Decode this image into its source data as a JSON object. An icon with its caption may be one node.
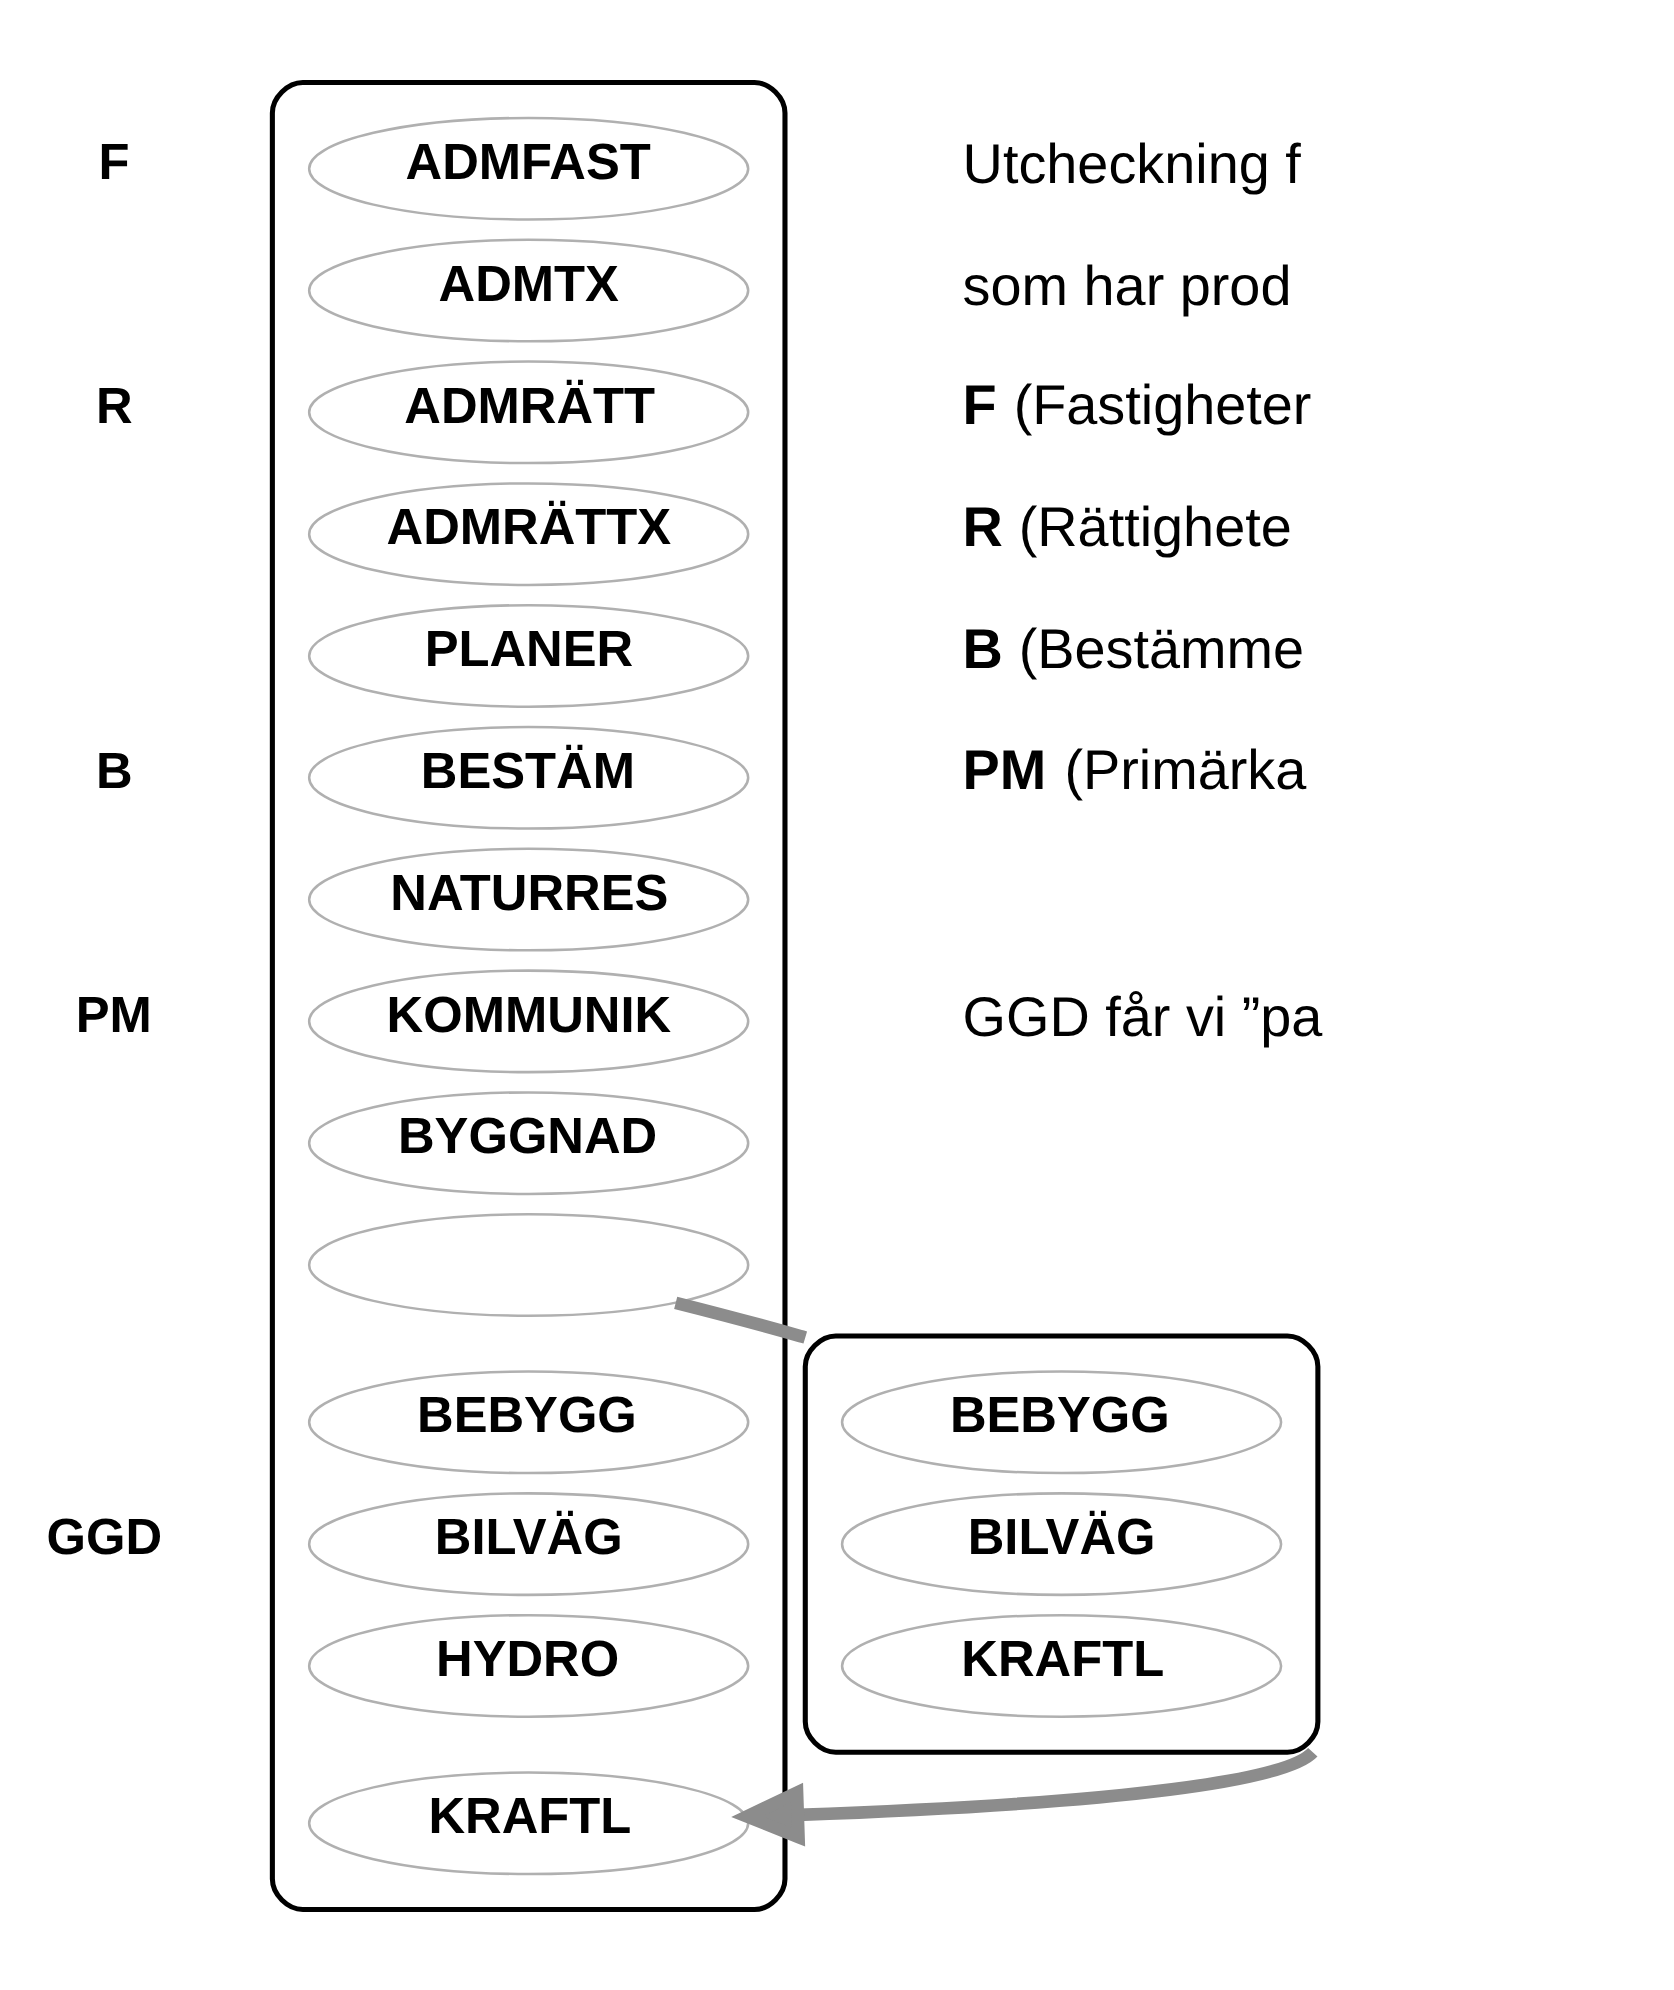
{
  "diagram": {
    "nodes": [
      {
        "text": [],
        "shape": "cylinder"
      },
      {
        "text": [
          "ADMFAST"
        ],
        "in": 0
      },
      {
        "text": [
          "ADMTX"
        ],
        "in": 0
      },
      {
        "text": [
          "ADMRÄTT"
        ],
        "in": 0
      },
      {
        "text": [
          "ADMRÄTTX"
        ],
        "in": 0
      },
      {
        "text": [
          "PLANER"
        ],
        "in": 0
      },
      {
        "text": [
          "BESTÄM"
        ],
        "in": 0
      },
      {
        "text": [
          "NATURRES"
        ],
        "in": 0
      },
      {
        "text": [
          "KOMMUNIK"
        ],
        "in": 0
      },
      {
        "text": [
          "BYGGNAD"
        ],
        "in": 0
      },
      {
        "text": [],
        "shape": "circle",
        "in": 0
      },
      {
        "text": [
          "BEBYGG"
        ],
        "in": 0
      },
      {
        "text": [
          "BILVÄG"
        ],
        "in": 0
      },
      {
        "text": [
          "HYDRO"
        ],
        "in": 0
      },
      {
        "text": [
          "KRAFTL"
        ],
        "in": 0
      },
      {
        "text": [],
        "shape": "cylinder"
      },
      {
        "text": [
          "BEBYGG"
        ],
        "in": 15
      },
      {
        "text": [
          "BILVÄG"
        ],
        "in": 15
      },
      {
        "text": [
          "KRAFTL"
        ],
        "in": 15
      }
    ],
    "edges": [
      {
        "from": 10,
        "to": 15,
        "arrow": "none"
      },
      {
        "from": 15,
        "to": 14,
        "arrow": "to"
      }
    ],
    "labels": [
      "Utcheckning f",
      "som har prod",
      "F",
      "**F** (Fastigheter",
      "**R** (Rättighete",
      "R",
      "**B** (Bestämme",
      "**PM** (Primärka",
      "B",
      "GGD får vi ”pa",
      "PM",
      "GGD"
    ]
  }
}
